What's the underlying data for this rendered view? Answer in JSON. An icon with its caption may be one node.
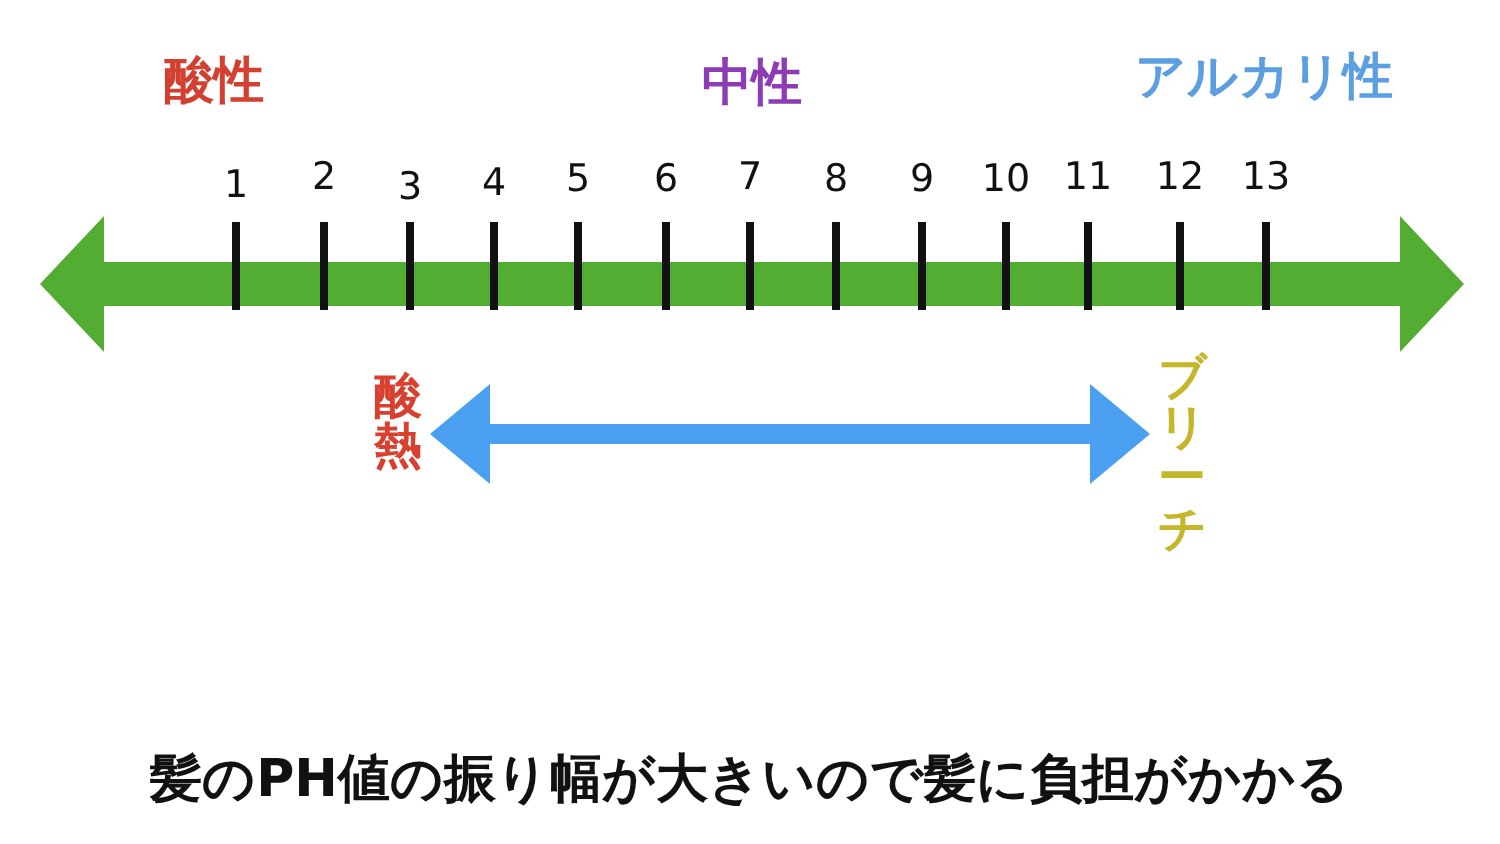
{
  "diagram": {
    "caption": "髪のPH値の振り幅が大きいので髪に負担がかかる",
    "nodes": [
      {
        "text": [
          "酸熱"
        ]
      },
      {
        "text": [
          "ブリーチ"
        ]
      }
    ],
    "edges": [
      {
        "from": 0,
        "to": 1,
        "arrow": "both"
      }
    ],
    "labels": [
      "酸性",
      "中性",
      "アルカリ性",
      "1",
      "2",
      "3",
      "4",
      "5",
      "6",
      "7",
      "8",
      "9",
      "10",
      "11",
      "12",
      "13"
    ]
  }
}
